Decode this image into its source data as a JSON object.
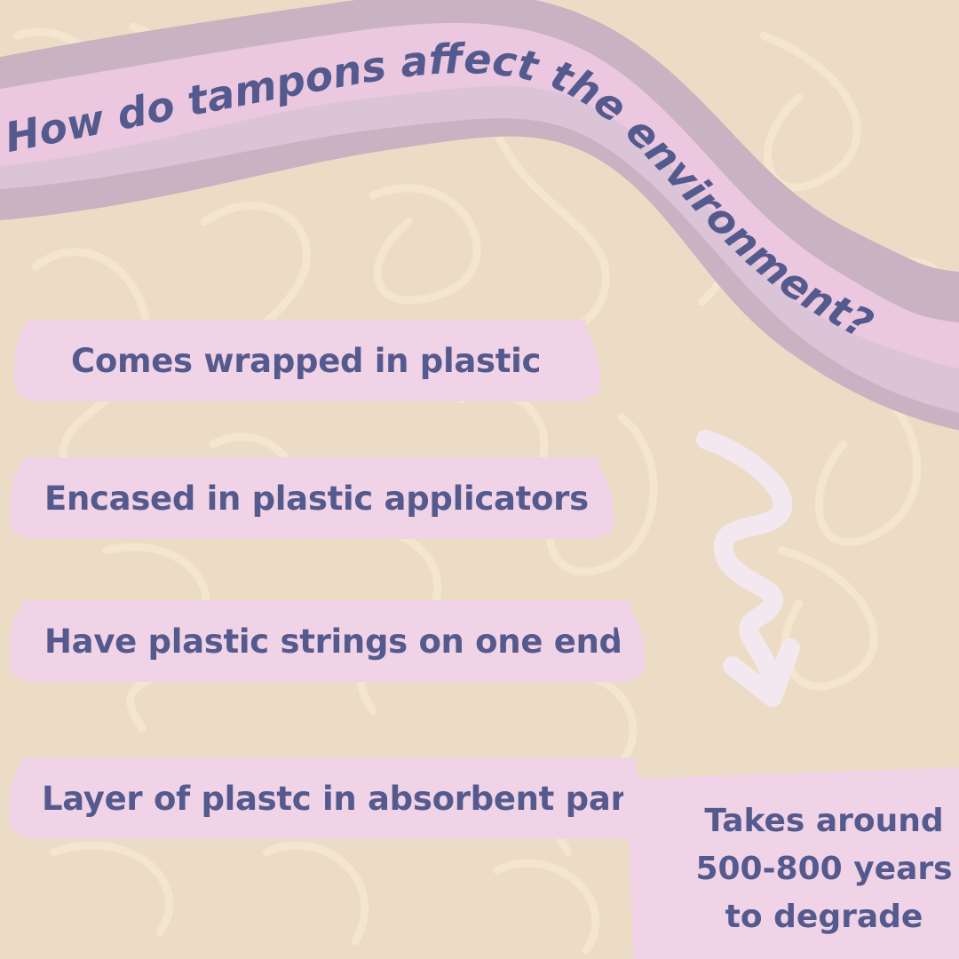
{
  "title": "How do tampons affect the environment?",
  "points": [
    "Comes wrapped in plastic",
    "Encased in plastic applicators",
    "Have plastic strings on one end",
    "Layer of plastc in absorbent part"
  ],
  "note": {
    "line1": "Takes around",
    "line2": "500-800 years",
    "line3": "to degrade"
  },
  "colors": {
    "background": "#ecdcc5",
    "doodle": "#f5e6cf",
    "band_outer": "#c9b2c1",
    "band_middle": "#ebc8e0",
    "band_inner": "#dcc4d8",
    "strip": "#f0d3e6",
    "text": "#555a8e",
    "arrow": "#f3e8f0"
  },
  "icons": [
    "squiggle-arrow-icon"
  ]
}
